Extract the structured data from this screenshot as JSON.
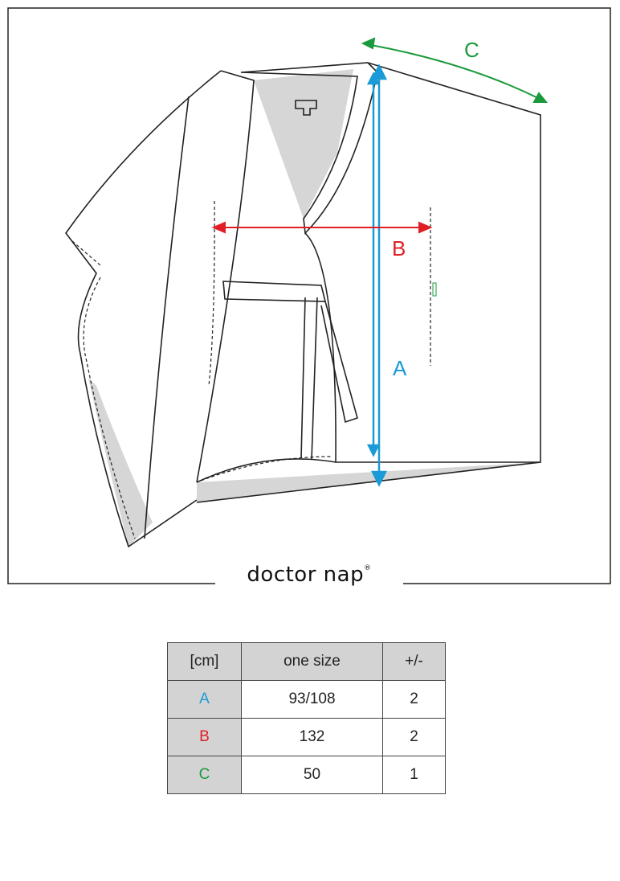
{
  "brand": {
    "name": "doctor nap",
    "mark": "®"
  },
  "diagram": {
    "labels": {
      "A": "A",
      "B": "B",
      "C": "C"
    }
  },
  "colors": {
    "A": "#1a9ad6",
    "B": "#e01e25",
    "C": "#1a9a3c",
    "header_bg": "#d3d3d3"
  },
  "table": {
    "headers": [
      "[cm]",
      "one size",
      "+/-"
    ],
    "rows": [
      {
        "key": "A",
        "value": "93/108",
        "tol": "2"
      },
      {
        "key": "B",
        "value": "132",
        "tol": "2"
      },
      {
        "key": "C",
        "value": "50",
        "tol": "1"
      }
    ]
  }
}
